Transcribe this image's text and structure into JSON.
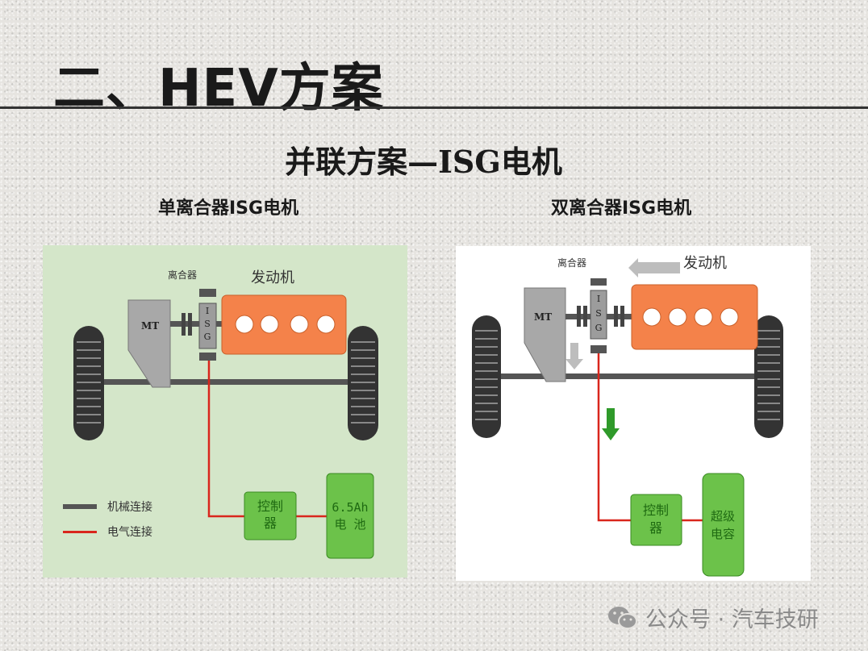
{
  "slide": {
    "title": "二、HEV方案",
    "subtitle": "并联方案—ISG电机"
  },
  "left_panel": {
    "heading": "单离合器ISG电机",
    "clutch_label": "离合器",
    "engine_label": "发动机",
    "mt_label": "MT",
    "isg_letters": [
      "I",
      "S",
      "G"
    ],
    "controller_label": [
      "控制",
      "器"
    ],
    "battery_label": [
      "6.5Ah",
      "电 池"
    ],
    "legend": [
      {
        "label": "机械连接",
        "color": "#555555"
      },
      {
        "label": "电气连接",
        "color": "#d9261c"
      }
    ]
  },
  "right_panel": {
    "heading": "双离合器ISG电机",
    "clutch_label": "离合器",
    "engine_label": "发动机",
    "mt_label": "MT",
    "isg_letters": [
      "I",
      "S",
      "G"
    ],
    "controller_label": [
      "控制",
      "器"
    ],
    "supercap_label": [
      "超级",
      "电容"
    ]
  },
  "watermark": {
    "text": "公众号 · 汽车技研",
    "icon": "wechat-icon"
  },
  "colors": {
    "engine": "#f4824a",
    "box_green": "#6cc24a",
    "box_green_dark": "#3a8a22",
    "wire": "#d9261c",
    "axle": "#555555",
    "arrow_green": "#2f9a2a",
    "arrow_gray": "#bdbdbd"
  }
}
